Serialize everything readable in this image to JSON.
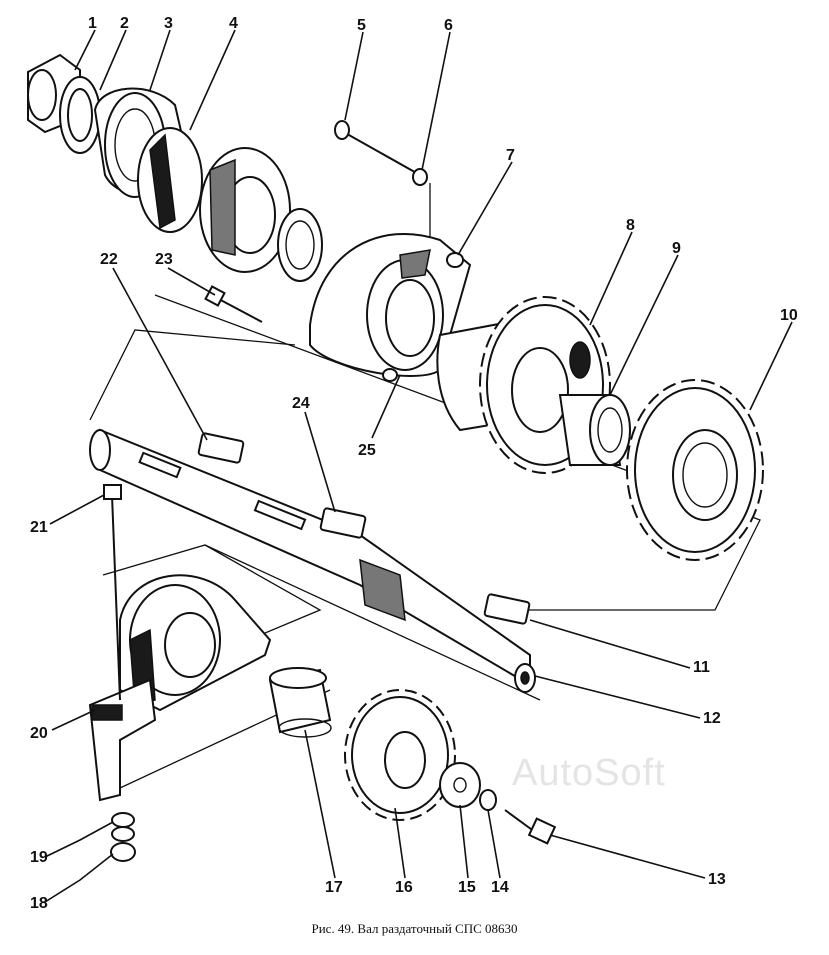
{
  "figure": {
    "caption": "Рис. 49. Вал раздаточный СПС 08630",
    "watermark": "AutoSoft"
  },
  "callouts": [
    "1",
    "2",
    "3",
    "4",
    "5",
    "6",
    "7",
    "8",
    "9",
    "10",
    "11",
    "12",
    "13",
    "14",
    "15",
    "16",
    "17",
    "18",
    "19",
    "20",
    "21",
    "22",
    "23",
    "24",
    "25"
  ]
}
